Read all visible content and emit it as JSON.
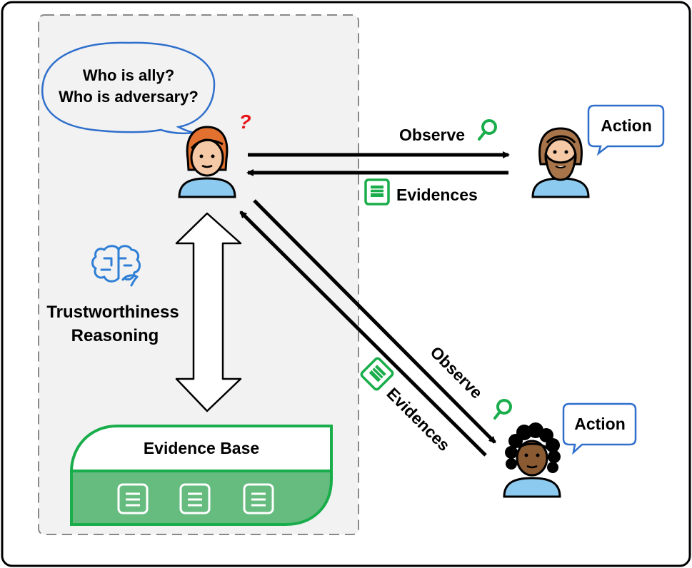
{
  "bubble": {
    "line1": "Who is ally?",
    "line2": "Who is adversary?"
  },
  "question_mark": "?",
  "observe_top": "Observe",
  "evidences_top": "Evidences",
  "observe_diag": "Observe",
  "evidences_diag": "Evidences",
  "action_top": "Action",
  "action_bottom": "Action",
  "reasoning": {
    "line1": "Trustworthiness",
    "line2": "Reasoning"
  },
  "evidence_base_title": "Evidence Base",
  "colors": {
    "panel_bg": "#f2f2f2",
    "bubble_border": "#2f6fcc",
    "green": "#1aad4b",
    "green_fill": "#66bb7f",
    "skin": "#f5c9a6",
    "hair_red": "#e2712f",
    "hair_brown": "#a8744a",
    "skin_dark": "#8a5a33",
    "shirt": "#8ccaf0",
    "icon_blue": "#2f7fd6"
  }
}
